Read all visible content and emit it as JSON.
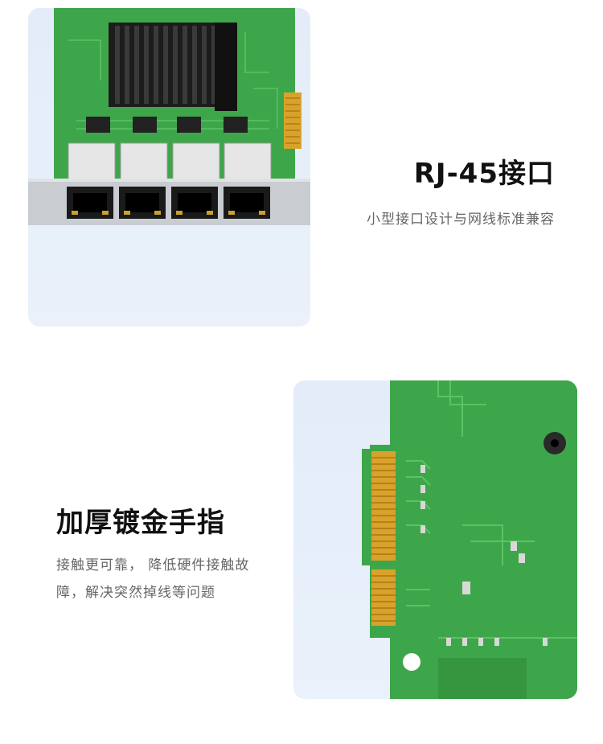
{
  "feature_rj45": {
    "title": "RJ-45接口",
    "description": "小型接口设计与网线标准兼容"
  },
  "feature_gold": {
    "title": "加厚镀金手指",
    "description_lines": [
      "接触更可靠， 降低硬件接触故",
      "障，解决突然掉线等问题"
    ]
  },
  "colors": {
    "panel_bg": "#e5edf9",
    "pcb_green": "#3ea64a",
    "pcb_trace": "#5cc264",
    "heatsink": "#1c1c1c",
    "gold": "#d9a22a",
    "bracket": "#c9ccd1",
    "title": "#111111",
    "description": "#666666"
  },
  "icons": [
    "rj45-port-icon",
    "heatsink-icon",
    "gold-finger-icon"
  ]
}
